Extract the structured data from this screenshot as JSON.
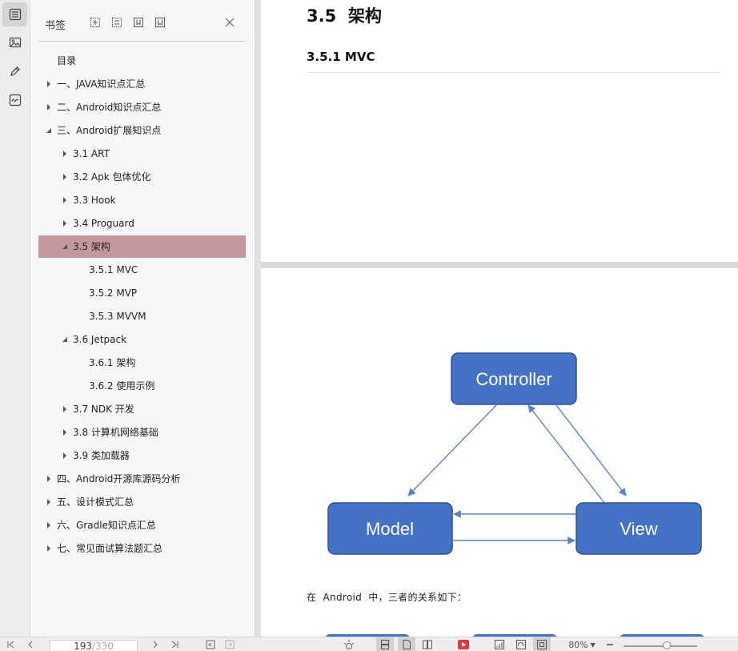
{
  "sidebar_panel": {
    "title": "书签",
    "items": [
      {
        "label": "目录",
        "level": 0,
        "arrow": "none"
      },
      {
        "label": "一、JAVA知识点汇总",
        "level": 0,
        "arrow": "collapsed"
      },
      {
        "label": "二、Android知识点汇总",
        "level": 0,
        "arrow": "collapsed"
      },
      {
        "label": "三、Android扩展知识点",
        "level": 0,
        "arrow": "expanded"
      },
      {
        "label": "3.1 ART",
        "level": 1,
        "arrow": "collapsed"
      },
      {
        "label": "3.2 Apk 包体优化",
        "level": 1,
        "arrow": "collapsed"
      },
      {
        "label": "3.3 Hook",
        "level": 1,
        "arrow": "collapsed"
      },
      {
        "label": "3.4 Proguard",
        "level": 1,
        "arrow": "collapsed"
      },
      {
        "label": "3.5 架构",
        "level": 1,
        "arrow": "expanded",
        "selected": true
      },
      {
        "label": "3.5.1 MVC",
        "level": 2,
        "arrow": "none"
      },
      {
        "label": "3.5.2 MVP",
        "level": 2,
        "arrow": "none"
      },
      {
        "label": "3.5.3 MVVM",
        "level": 2,
        "arrow": "none"
      },
      {
        "label": "3.6 Jetpack",
        "level": 1,
        "arrow": "expanded"
      },
      {
        "label": "3.6.1 架构",
        "level": 2,
        "arrow": "none"
      },
      {
        "label": "3.6.2 使用示例",
        "level": 2,
        "arrow": "none"
      },
      {
        "label": "3.7 NDK 开发",
        "level": 1,
        "arrow": "collapsed"
      },
      {
        "label": "3.8 计算机网络基础",
        "level": 1,
        "arrow": "collapsed"
      },
      {
        "label": "3.9 类加载器",
        "level": 1,
        "arrow": "collapsed"
      },
      {
        "label": "四、Android开源库源码分析",
        "level": 0,
        "arrow": "collapsed"
      },
      {
        "label": "五、设计模式汇总",
        "level": 0,
        "arrow": "collapsed"
      },
      {
        "label": "六、Gradle知识点汇总",
        "level": 0,
        "arrow": "collapsed"
      },
      {
        "label": "七、常见面试算法题汇总",
        "level": 0,
        "arrow": "collapsed"
      }
    ]
  },
  "document": {
    "heading": "3.5  架构",
    "subheading": "3.5.1 MVC",
    "diagram": {
      "nodes": {
        "controller": "Controller",
        "model": "Model",
        "view": "View"
      },
      "box_fill": "#4472c4",
      "arrow_color": "#5b84c8"
    },
    "paragraph": "在  Android  中，三者的关系如下："
  },
  "statusbar": {
    "current_page": "193",
    "total_pages": "330",
    "zoom": "80%"
  },
  "colors": {
    "selected_bookmark": "#c4979d",
    "play_button": "#e0383e"
  }
}
